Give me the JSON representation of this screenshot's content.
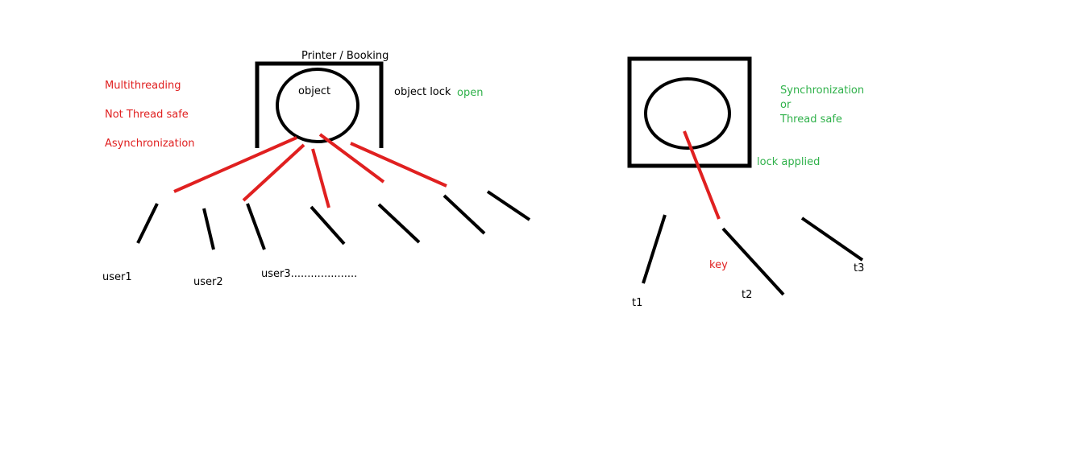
{
  "colors": {
    "ink": "#000000",
    "red": "#e02020",
    "green": "#2fb14a"
  },
  "left": {
    "resource_label": "Printer / Booking",
    "object_label": "object",
    "object_lock_label": "object lock",
    "lock_state": "open",
    "notes": [
      "Multithreading",
      "Not Thread safe",
      "Asynchronization"
    ],
    "users": [
      "user1",
      "user2",
      "user3...................."
    ]
  },
  "right": {
    "notes": [
      "Synchronization",
      "or",
      "Thread safe"
    ],
    "lock_status": "lock applied",
    "key_label": "key",
    "threads": [
      "t1",
      "t2",
      "t3"
    ]
  }
}
